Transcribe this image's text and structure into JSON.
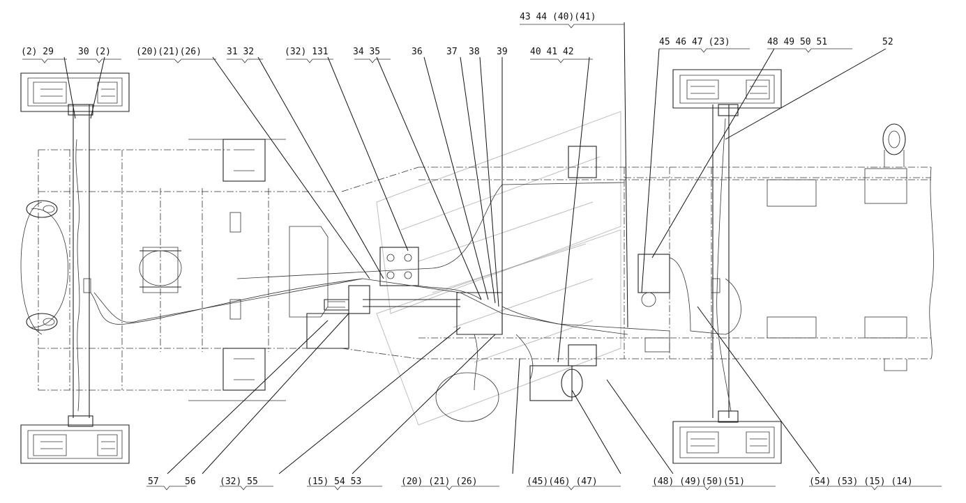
{
  "title": "",
  "top_labels": [
    {
      "id": "t1",
      "text": "(2) 29"
    },
    {
      "id": "t2",
      "text": "30 (2)"
    },
    {
      "id": "t3",
      "text": "(20)(21)(26)"
    },
    {
      "id": "t4",
      "text": "31 32"
    },
    {
      "id": "t5",
      "text": "(32) 131"
    },
    {
      "id": "t6",
      "text": "34 35"
    },
    {
      "id": "t7",
      "text": "36"
    },
    {
      "id": "t8",
      "text": "37"
    },
    {
      "id": "t9",
      "text": "38"
    },
    {
      "id": "t10",
      "text": "39"
    },
    {
      "id": "t11",
      "text": "40 41 42"
    },
    {
      "id": "t12",
      "text": "43 44 (40)(41)"
    },
    {
      "id": "t13",
      "text": "45 46 47 (23)"
    },
    {
      "id": "t14",
      "text": "48 49 50 51"
    },
    {
      "id": "t15",
      "text": "52"
    }
  ],
  "bottom_labels": [
    {
      "id": "b1",
      "text": "57"
    },
    {
      "id": "b2",
      "text": "56"
    },
    {
      "id": "b3",
      "text": "(32) 55"
    },
    {
      "id": "b4",
      "text": "(15) 54 53"
    },
    {
      "id": "b5",
      "text": "(20) (21) (26)"
    },
    {
      "id": "b6",
      "text": "(45)(46) (47)"
    },
    {
      "id": "b7",
      "text": "(48) (49)(50)(51)"
    },
    {
      "id": "b8",
      "text": "(54) (53) (15) (14)"
    }
  ]
}
